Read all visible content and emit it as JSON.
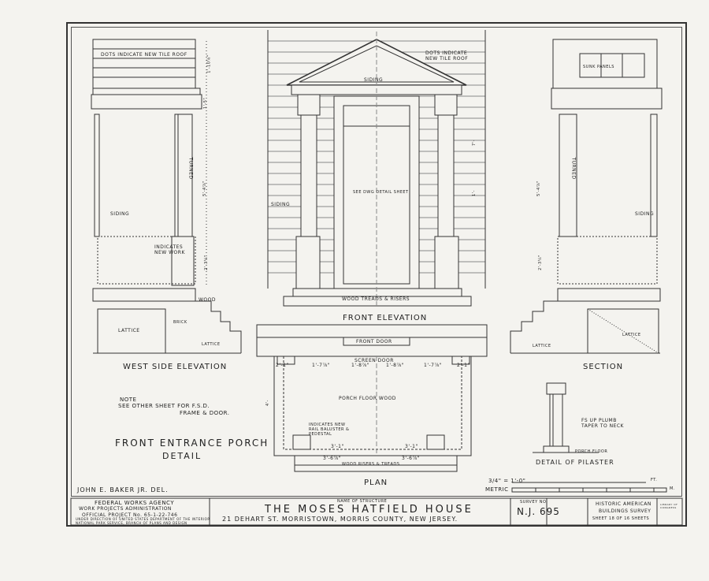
{
  "views": {
    "west_side": "WEST SIDE ELEVATION",
    "front": "FRONT ELEVATION",
    "section": "SECTION",
    "plan": "PLAN",
    "pilaster": "DETAIL OF PILASTER"
  },
  "main_title": "FRONT ENTRANCE PORCH",
  "main_subtitle": "DETAIL",
  "notes": {
    "note_label": "NOTE",
    "note_text": "SEE OTHER SHEET FOR F.S.D.",
    "note_text2": "FRAME & DOOR.",
    "dots_new_tile": "DOTS INDICATE NEW TILE ROOF",
    "indicates_new_work": "INDICATES NEW WORK",
    "indicates_rail": "INDICATES NEW RAIL BALUSTER & PEDESTAL",
    "fs_plumb": "FS UP PLUMB TAPER TO NECK",
    "porch_floor_pil": "PORCH FLOOR"
  },
  "labels": {
    "siding": "SIDING",
    "siding2": "SIDING",
    "siding3": "SIDING",
    "siding4": "SIDING",
    "turned": "TURNED",
    "turned2": "TURNED",
    "lattice": "LATTICE",
    "lattice2": "LATTICE",
    "lattice3": "LATTICE",
    "lattice4": "LATTICE",
    "brick": "BRICK",
    "wood": "WOOD",
    "see_dwg": "SEE DWG DETAIL SHEET",
    "treads_risers": "WOOD TREADS & RISERS",
    "front_door": "FRONT DOOR",
    "screen_door": "SCREEN DOOR",
    "porch_floor": "PORCH FLOOR WOOD",
    "wood_risers_treads": "WOOD RISERS & TREADS",
    "sunk_panels": "SUNK PANELS"
  },
  "dims": {
    "plan_top": [
      "2'-1\"",
      "1'-7⅞\"",
      "1'-8⅞\"",
      "1'-8⅞\"",
      "1'-7⅞\"",
      "2'-1\""
    ],
    "plan_bottom": [
      "3'-6⅞\"",
      "3'-6⅞\""
    ],
    "plan_mid": [
      "3'-1\"",
      "3'-1\""
    ],
    "left_heights": [
      "1'-10⅞\"",
      "1'-5\"",
      "5'-4⅞\"",
      "2'-3¼\""
    ],
    "right_heights": [
      "5'-4⅞\"",
      "2'-3¼\""
    ],
    "front_side": [
      "7'-",
      "1'-",
      "4'-"
    ]
  },
  "scale": {
    "ratio": "3/4\" = 1'-0\"",
    "metric": "METRIC",
    "unit_ft": "FT.",
    "unit_m": "M."
  },
  "delineator": "JOHN E. BAKER JR. DEL.",
  "agency": {
    "line1": "FEDERAL WORKS AGENCY",
    "line2": "WORK PROJECTS ADMINISTRATION",
    "line3": "OFFICIAL PROJECT No. 65-1-22-746",
    "line4": "UNDER DIRECTION OF UNITED STATES DEPARTMENT OF THE INTERIOR",
    "line5": "NATIONAL PARK SERVICE, BRANCH OF PLANS AND DESIGN"
  },
  "structure": {
    "caption": "NAME OF STRUCTURE",
    "name": "THE MOSES HATFIELD HOUSE",
    "address": "21 DEHART ST. MORRISTOWN, MORRIS COUNTY, NEW JERSEY."
  },
  "survey": {
    "caption": "SURVEY NO.",
    "number": "N.J. 695"
  },
  "habs": {
    "line1": "HISTORIC AMERICAN",
    "line2": "BUILDINGS SURVEY",
    "sheet": "SHEET 18 OF 16 SHEETS"
  },
  "library": "LIBRARY OF CONGRESS"
}
